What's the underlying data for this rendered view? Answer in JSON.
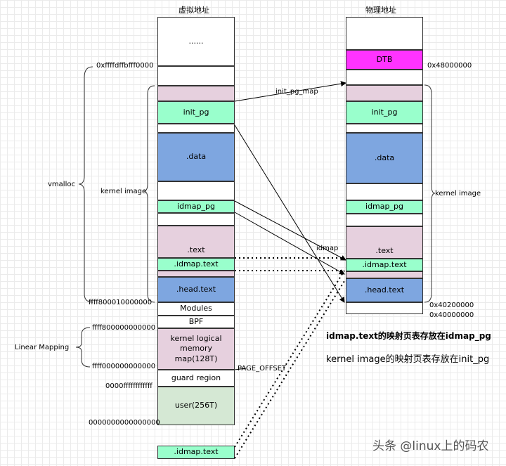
{
  "virtual": {
    "title": "虚拟地址",
    "addr_top": "0xffffdffbfff0000",
    "addr_kimage_bottom": "ffff800010000000",
    "addr_linear_top": "ffff800000000000",
    "addr_linear_bottom": "ffff000000000000",
    "addr_guard": "0000ffffffffffff",
    "addr_zero": "0000000000000000",
    "blocks": {
      "ellipsis": "......",
      "init_pg": "init_pg",
      "data": ".data",
      "idmap_pg": "idmap_pg",
      "text": ".text",
      "idmap_text": ".idmap.text",
      "head_text": ".head.text",
      "modules": "Modules",
      "bpf": "BPF",
      "kernel_logical": "kernel logical memory map(128T)",
      "guard_region": "guard region",
      "user": "user(256T)",
      "idmap_text_low": ".idmap.text"
    }
  },
  "physical": {
    "title": "物理地址",
    "addr_48": "0x48000000",
    "addr_402": "0x40200000",
    "addr_400": "0x40000000",
    "blocks": {
      "dtb": "DTB",
      "init_pg": "init_pg",
      "data": ".data",
      "idmap_pg": "idmap_pg",
      "text": ".text",
      "idmap_text": ".idmap.text",
      "head_text": ".head.text"
    }
  },
  "labels": {
    "vmalloc": "vmalloc",
    "kernel_image_left": "kernel image",
    "kernel_image_right": "kernel image",
    "linear_mapping": "Linear Mapping",
    "init_pg_map": "init_pg_map",
    "idmap": "idmap",
    "page_offset": "PAGE_OFFSET"
  },
  "notes": {
    "bold_note": "idmap.text的映射页表存放在idmap_pg",
    "normal_note": "kernel image的映射页表存放在init_pg",
    "watermark": "头条 @linux上的码农"
  },
  "colors": {
    "pink": "#e6d0de",
    "green": "#99ffcc",
    "blue": "#7ea6e0",
    "magenta": "#ff33ff",
    "grey_green": "#d5e8d4"
  }
}
